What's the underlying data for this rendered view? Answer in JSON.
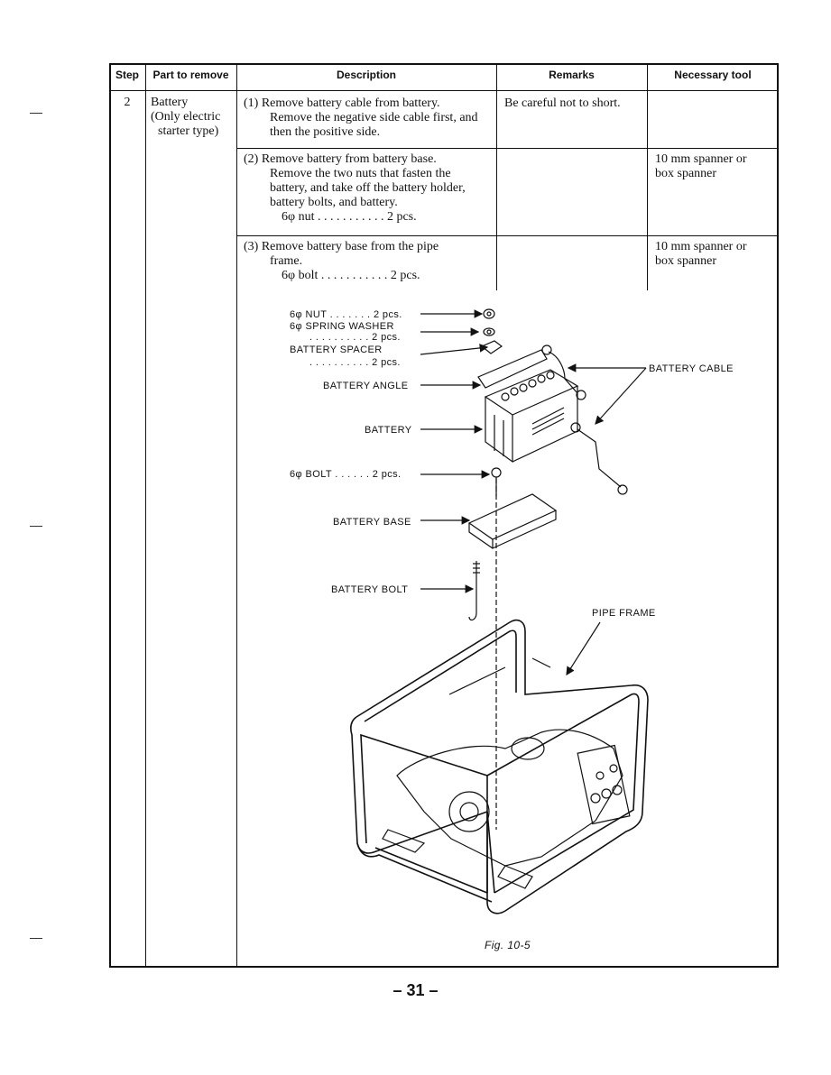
{
  "headers": {
    "step": "Step",
    "part": "Part to remove",
    "description": "Description",
    "remarks": "Remarks",
    "tool": "Necessary tool"
  },
  "row": {
    "step": "2",
    "part_lines": [
      "Battery",
      "(Only electric",
      "starter type)"
    ],
    "sub": [
      {
        "lines": [
          "(1)  Remove battery cable from battery.",
          "Remove the negative side cable first, and",
          "then the positive side."
        ],
        "remarks": "Be careful not to short.",
        "tool_lines": []
      },
      {
        "lines": [
          "(2)  Remove battery from battery base.",
          "Remove the two nuts that fasten the",
          "battery, and take off the battery holder,",
          "battery bolts, and battery.",
          "6φ nut  . . . . . . . . . . .  2 pcs."
        ],
        "remarks": "",
        "tool_lines": [
          "10 mm spanner or",
          "box spanner"
        ]
      },
      {
        "lines": [
          "(3)  Remove battery base from the pipe",
          "frame.",
          "6φ bolt . . . . . . . . . . .  2 pcs."
        ],
        "remarks": "",
        "tool_lines": [
          "10 mm spanner or",
          "box spanner"
        ]
      }
    ]
  },
  "figure": {
    "labels": {
      "nut": "6φ NUT  . . . . . . . 2 pcs.",
      "washer": "6φ SPRING WASHER",
      "washer_qty": ". . . . . . . . . . 2 pcs.",
      "spacer": "BATTERY SPACER",
      "spacer_qty": ". . . . . . . . . . 2 pcs.",
      "angle": "BATTERY ANGLE",
      "battery": "BATTERY",
      "bolt": "6φ BOLT  . . . . . . 2 pcs.",
      "base": "BATTERY BASE",
      "battery_bolt": "BATTERY BOLT",
      "cable": "BATTERY CABLE",
      "frame": "PIPE FRAME"
    },
    "caption": "Fig. 10-5"
  },
  "page_number": "– 31 –"
}
